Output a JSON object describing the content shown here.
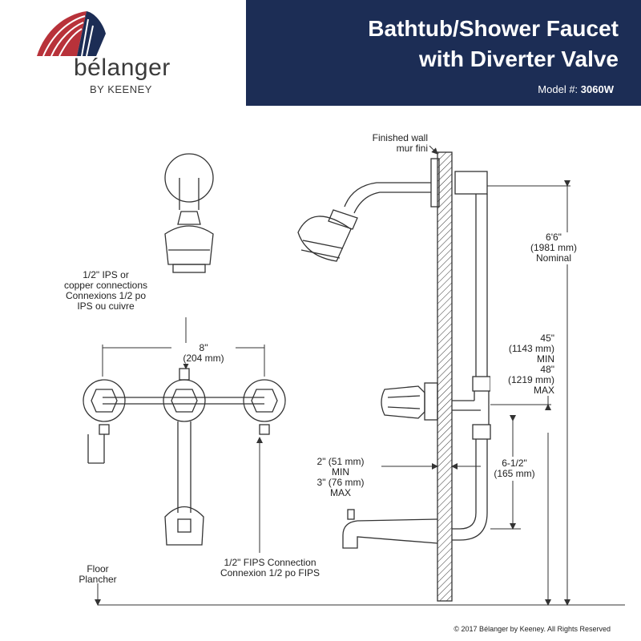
{
  "brand": {
    "name": "bélanger",
    "sub": "BY KEENEY"
  },
  "title": {
    "line1": "Bathtub/Shower Faucet",
    "line2": "with Diverter Valve",
    "model_prefix": "Model #:",
    "model_number": "3060W"
  },
  "labels": {
    "finished_wall": [
      "Finished wall",
      "mur fini"
    ],
    "height_total": [
      "6'6\"",
      "(1981 mm)",
      "Nominal"
    ],
    "connections": [
      "1/2\" IPS or",
      "copper connections",
      "Connexions 1/2 po",
      "IPS ou cuivre"
    ],
    "spread": [
      "8\"",
      "(204 mm)"
    ],
    "valve_height": [
      "45\"",
      "(1143 mm)",
      "MIN",
      "48\"",
      "(1219 mm)",
      "MAX"
    ],
    "wall_depth": [
      "2\" (51 mm)",
      "MIN",
      "3\" (76 mm)",
      "MAX"
    ],
    "spout_height": [
      "6-1/2\"",
      "(165 mm)"
    ],
    "floor": [
      "Floor",
      "Plancher"
    ],
    "fips": [
      "1/2\" FIPS Connection",
      "Connexion 1/2 po FIPS"
    ]
  },
  "footer": "© 2017 Bélanger by Keeney. All Rights Reserved",
  "colors": {
    "header_bg": "#1c2d55",
    "logo_red": "#b8323a",
    "logo_navy": "#1c2d55",
    "line": "#333333"
  }
}
